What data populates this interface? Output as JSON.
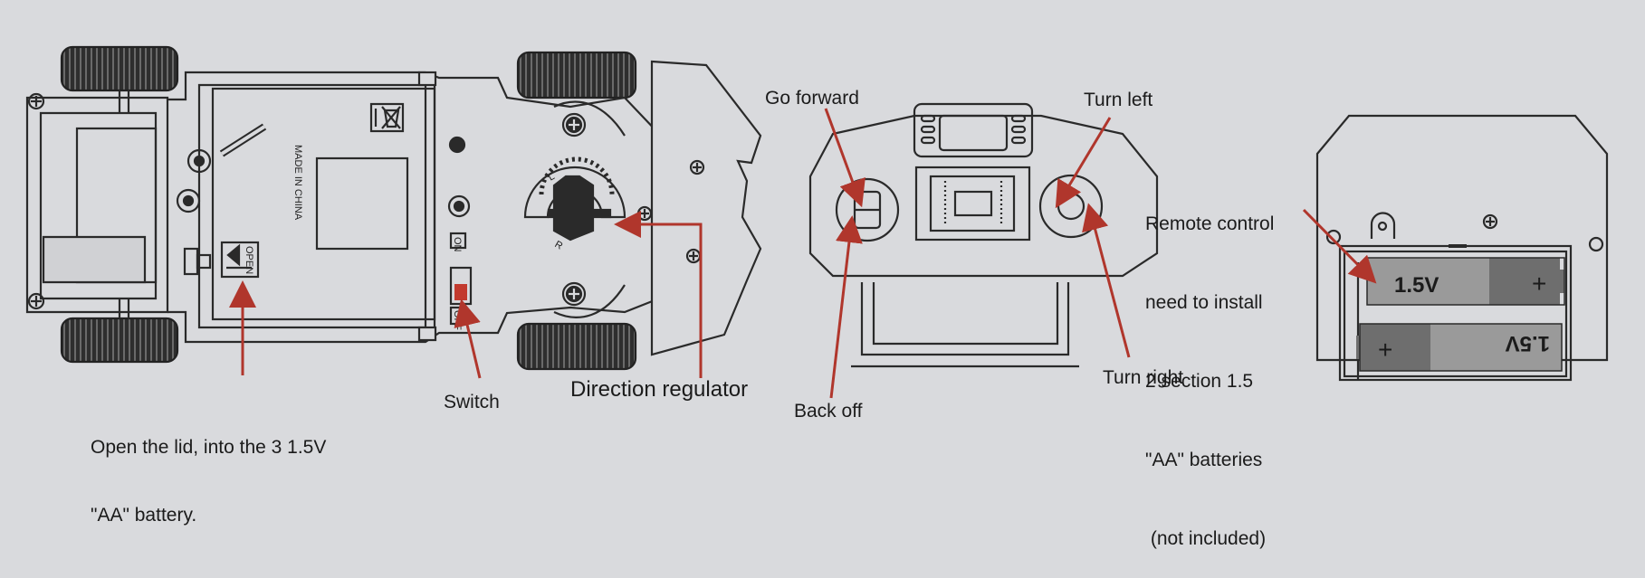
{
  "car": {
    "made_in": "MADE IN CHINA",
    "open_stamp": "OPEN",
    "switch_on": "ON",
    "switch_off": "OFF",
    "dial_left": "L",
    "dial_right": "R"
  },
  "battery": {
    "voltage_top": "1.5V",
    "voltage_bottom": "1.5V",
    "plus": "+"
  },
  "labels": {
    "open_lid_line1": "Open the lid, into the 3 1.5V",
    "open_lid_line2": "\"AA\" battery.",
    "switch": "Switch",
    "direction_regulator": "Direction regulator",
    "go_forward": "Go forward",
    "back_off": "Back off",
    "turn_left": "Turn left",
    "turn_right": "Turn right",
    "remote_line1": "Remote control",
    "remote_line2": "need to install",
    "remote_line3": "2 section 1.5",
    "remote_line4": "\"AA\" batteries",
    "remote_line5": " (not included)"
  },
  "colors": {
    "background": "#d9dadd",
    "line": "#2a2a2a",
    "arrow": "#b0362c",
    "tire": "#333333",
    "battery_body": "#9a9a9a",
    "battery_cap": "#6e6e6e"
  }
}
